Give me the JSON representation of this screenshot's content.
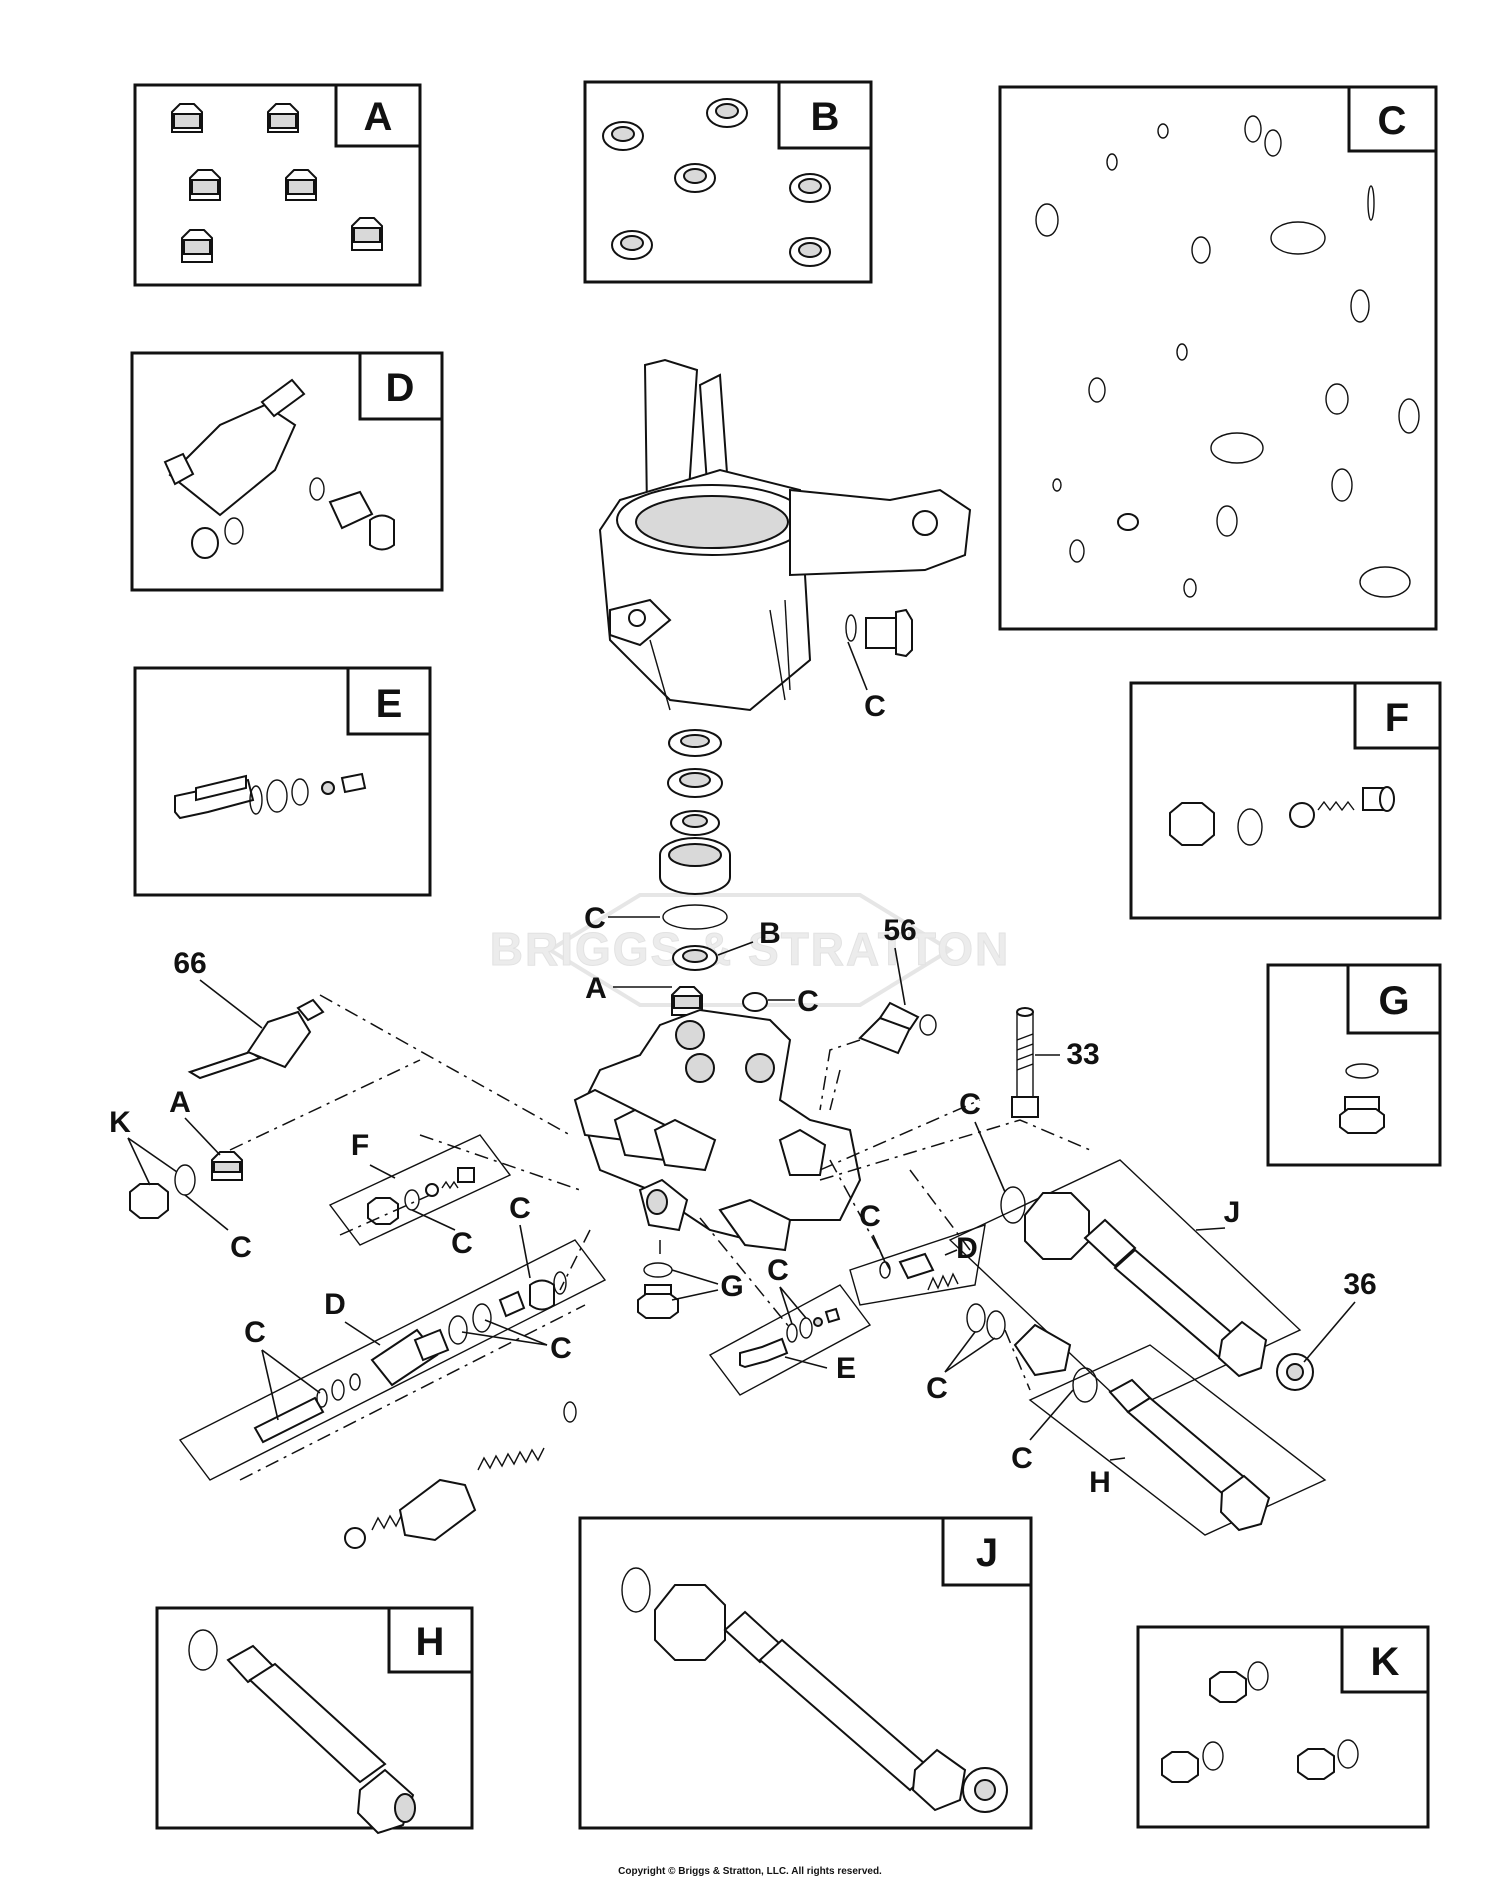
{
  "watermark": "BRIGGS & STRATTON",
  "copyright": "Copyright © Briggs & Stratton, LLC. All rights reserved.",
  "kit_boxes": {
    "A": "A",
    "B": "B",
    "C": "C",
    "D": "D",
    "E": "E",
    "F": "F",
    "G": "G",
    "H": "H",
    "J": "J",
    "K": "K"
  },
  "callouts": {
    "c_housing": "C",
    "c_stack": "C",
    "b_stack": "B",
    "a_stack": "A",
    "c_plug": "C",
    "n56": "56",
    "n66": "66",
    "n33": "33",
    "n36": "36",
    "k_left": "K",
    "a_left": "A",
    "c_left": "C",
    "f_mid": "F",
    "c_f": "C",
    "c_d_top": "C",
    "d_left": "D",
    "c_d_left": "C",
    "c_d_right": "C",
    "g_bottom": "G",
    "c_e": "C",
    "e_mid": "E",
    "c_d2": "C",
    "d_right": "D",
    "c_j": "C",
    "j_right": "J",
    "c_h_top": "C",
    "c_h": "C",
    "h_right": "H"
  },
  "icons": [
    "o-ring-icon",
    "seal-icon",
    "valve-icon",
    "plug-icon",
    "spring-icon",
    "bolt-icon",
    "manifold-icon",
    "pump-housing-icon"
  ]
}
